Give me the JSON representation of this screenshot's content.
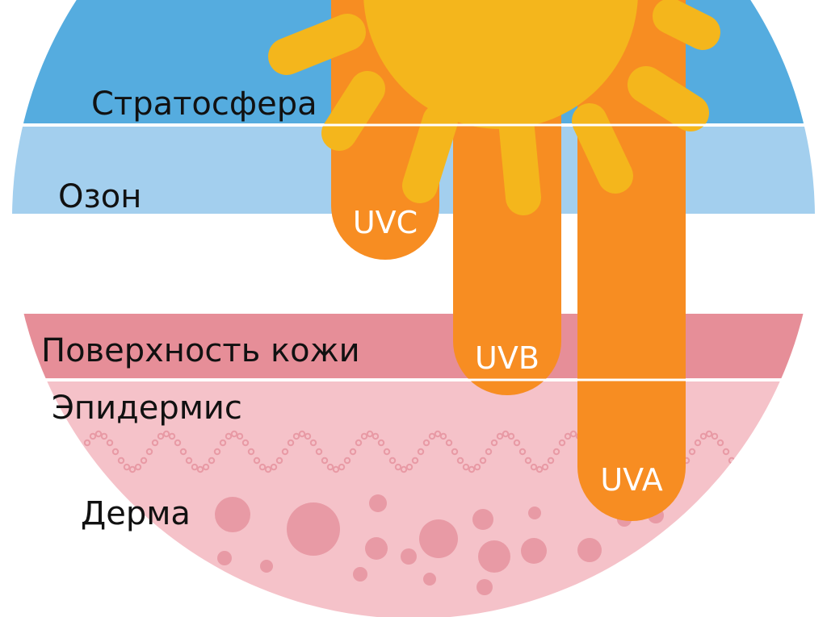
{
  "layers": {
    "stratosphere": "Стратосфера",
    "ozone": "Озон",
    "skin_surface": "Поверхность кожи",
    "epidermis": "Эпидермис",
    "dermis": "Дерма"
  },
  "rays": {
    "uvc": "UVC",
    "uvb": "UVB",
    "uva": "UVA"
  },
  "colors": {
    "stratosphere": "#55ACDF",
    "ozone": "#A3CFEE",
    "skin_surface": "#E68E98",
    "epidermis": "#F5C2C9",
    "dermis_cells": "#E89AA5",
    "ray": "#F78D22",
    "sun": "#F4B61C"
  }
}
